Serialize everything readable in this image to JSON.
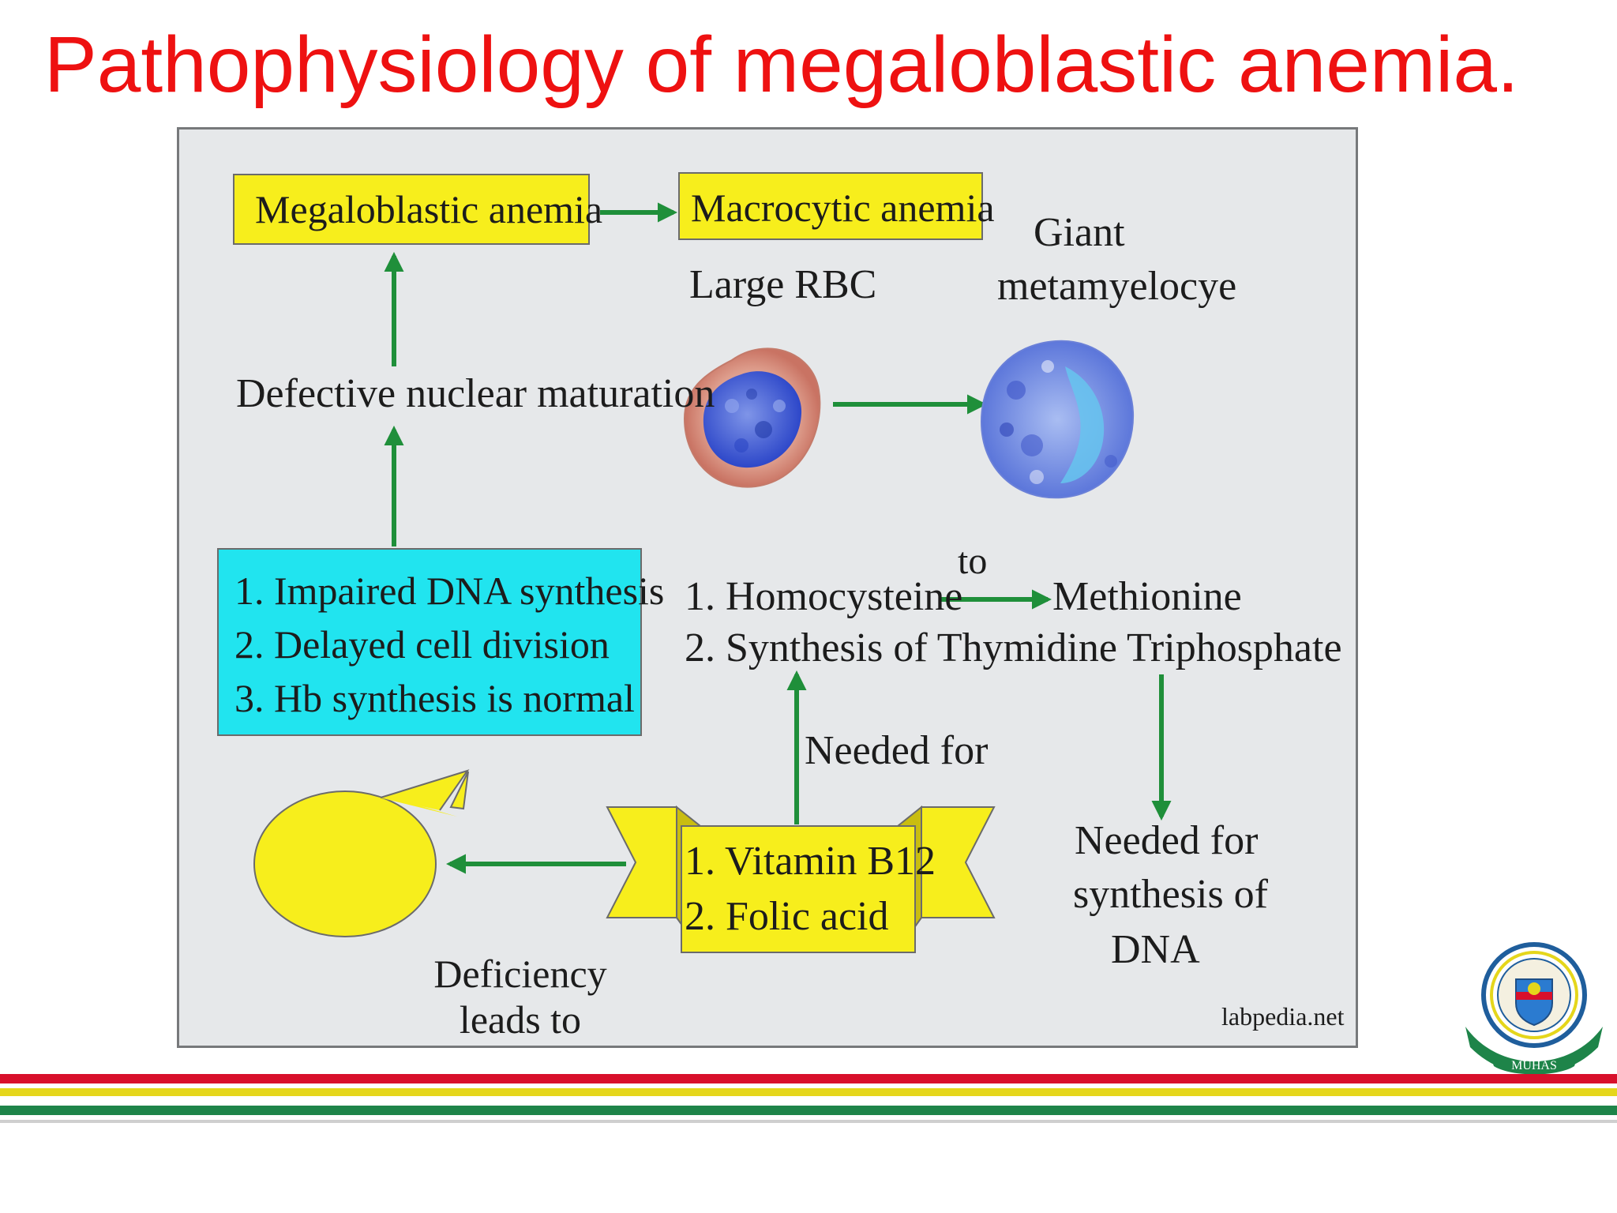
{
  "slide": {
    "title": "Pathophysiology of megaloblastic anemia."
  },
  "diagram": {
    "megaloblastic_anemia": "Megaloblastic anemia",
    "macrocytic_anemia": "Macrocytic anemia",
    "large_rbc": "Large RBC",
    "giant_line1": "Giant",
    "giant_line2": "metamyelocye",
    "defective_maturation": "Defective nuclear maturation",
    "effects": [
      "1. Impaired DNA synthesis",
      "2. Delayed cell division",
      "3. Hb synthesis is normal"
    ],
    "pathway_to": "to",
    "homocysteine": "1. Homocysteine",
    "methionine": "Methionine",
    "thymidine": "2. Synthesis of Thymidine Triphosphate",
    "needed_for": "Needed for",
    "deficiency_line1": "Deficiency",
    "deficiency_line2": "leads to",
    "vitamins": [
      "1. Vitamin B12",
      "2. Folic acid"
    ],
    "dna_line1": "Needed for",
    "dna_line2": "synthesis of",
    "dna_line3": "DNA",
    "source": "labpedia.net"
  },
  "logo": {
    "text": "MUHAS"
  },
  "colors": {
    "title": "#ee1111",
    "arrow": "#1f8f3a",
    "yellow_box": "#f7ee1c",
    "cyan_box": "#21e4ef",
    "panel": "#e6e8ea",
    "stripe_red": "#d8102b",
    "stripe_yellow": "#e5d61b",
    "stripe_green": "#1e8449"
  }
}
